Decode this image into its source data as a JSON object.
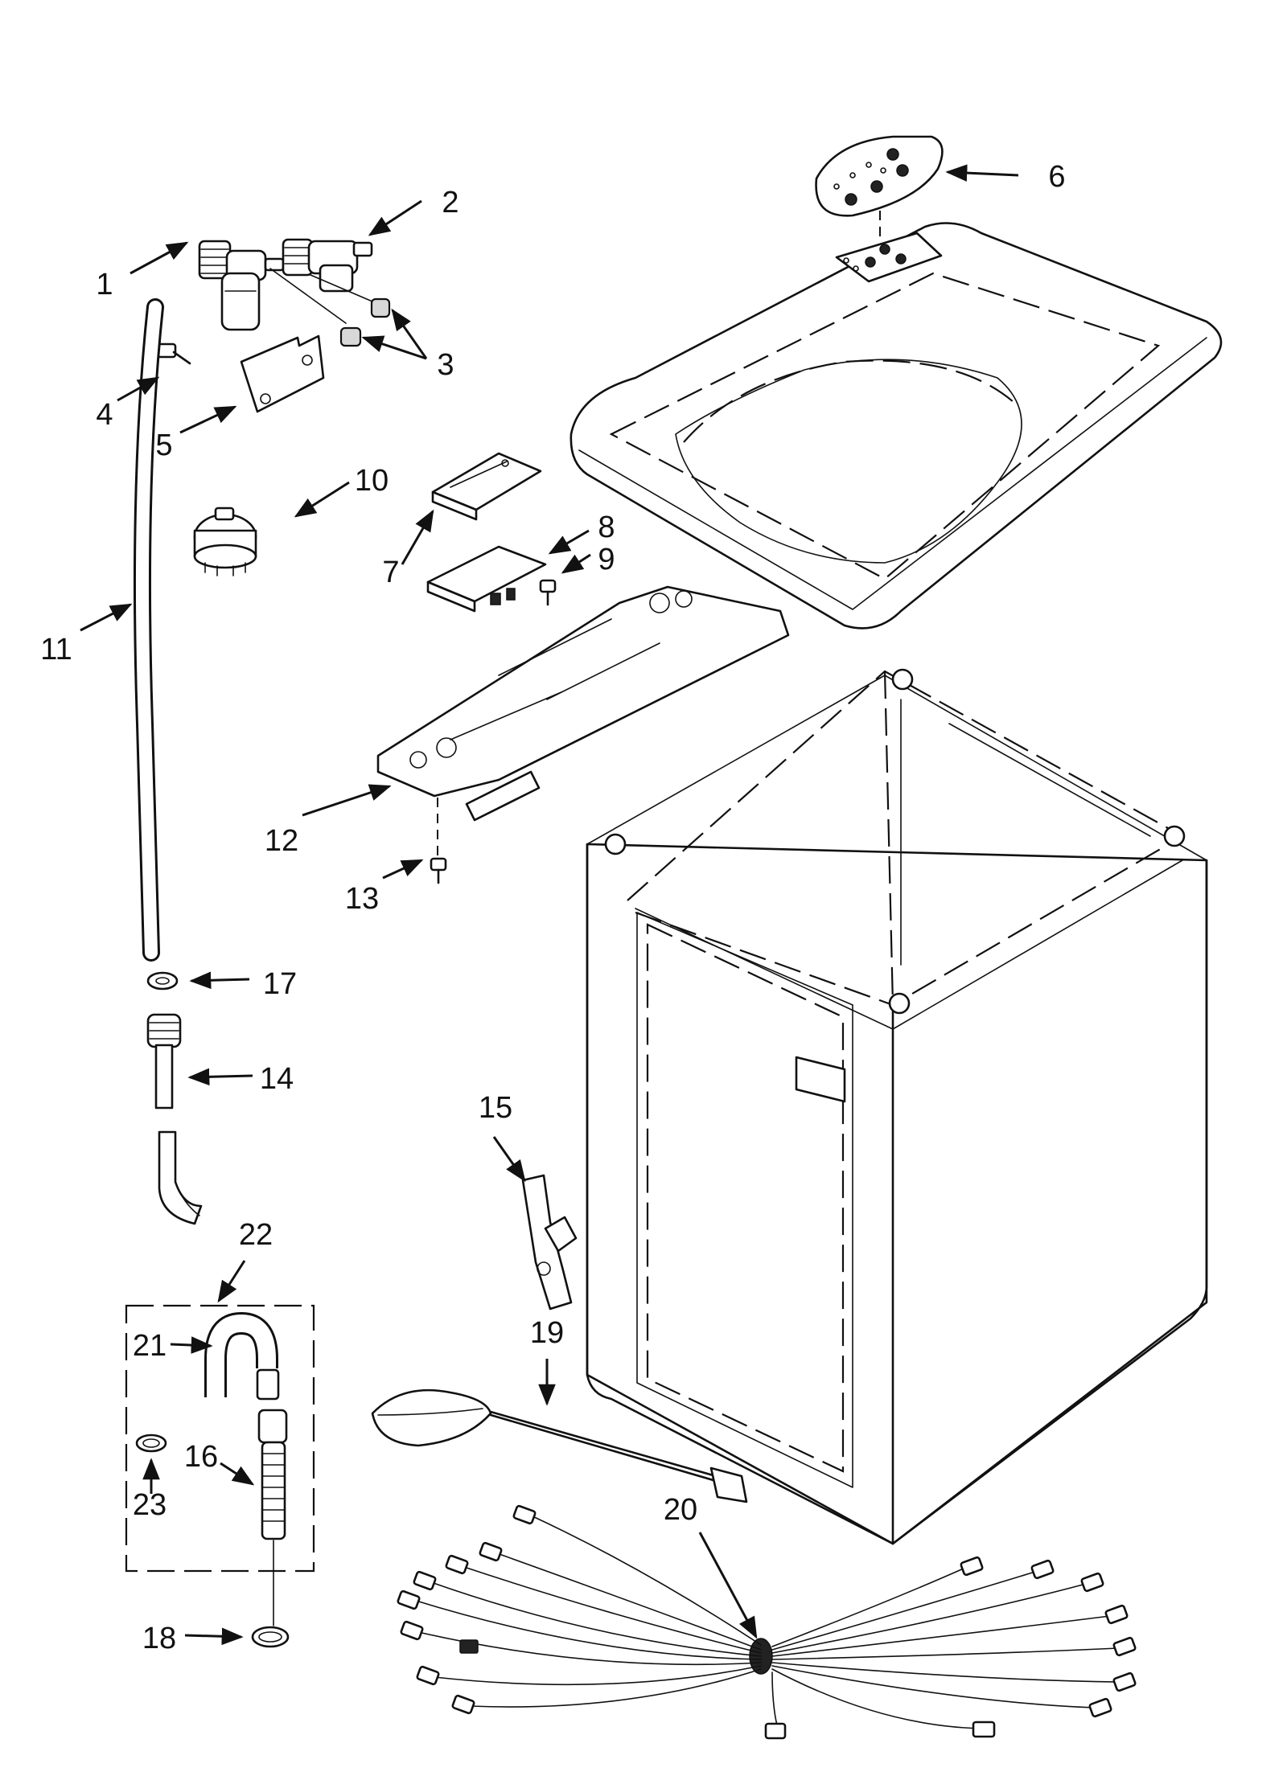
{
  "diagram": {
    "callouts": [
      {
        "id": "1",
        "text": "1"
      },
      {
        "id": "2",
        "text": "2"
      },
      {
        "id": "3",
        "text": "3"
      },
      {
        "id": "4",
        "text": "4"
      },
      {
        "id": "5",
        "text": "5"
      },
      {
        "id": "6",
        "text": "6"
      },
      {
        "id": "7",
        "text": "7"
      },
      {
        "id": "8",
        "text": "8"
      },
      {
        "id": "9",
        "text": "9"
      },
      {
        "id": "10",
        "text": "10"
      },
      {
        "id": "11",
        "text": "11"
      },
      {
        "id": "12",
        "text": "12"
      },
      {
        "id": "13",
        "text": "13"
      },
      {
        "id": "14",
        "text": "14"
      },
      {
        "id": "15",
        "text": "15"
      },
      {
        "id": "16",
        "text": "16"
      },
      {
        "id": "17",
        "text": "17"
      },
      {
        "id": "18",
        "text": "18"
      },
      {
        "id": "19",
        "text": "19"
      },
      {
        "id": "20",
        "text": "20"
      },
      {
        "id": "21",
        "text": "21"
      },
      {
        "id": "22",
        "text": "22"
      },
      {
        "id": "23",
        "text": "23"
      }
    ]
  }
}
